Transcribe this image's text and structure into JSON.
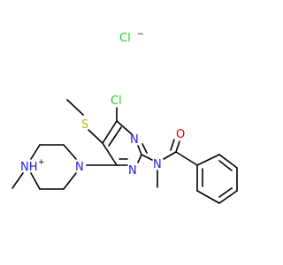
{
  "colors": {
    "bond": "#000000",
    "chlorine": "#1fd01f",
    "nitrogen": "#2020e0",
    "oxygen": "#e00000",
    "sulfur": "#b8b800",
    "background": "#ffffff"
  },
  "labels": {
    "counterion": "Cl",
    "counterion_charge": "−",
    "chloro": "Cl",
    "sulfur": "S",
    "oxygen": "O",
    "ring_n_top": "N",
    "ring_n_bottom": "N",
    "amide_n": "N",
    "piperazine_n_top": "N",
    "piperazine_nh": "NH",
    "piperazine_nh_charge": "+"
  }
}
